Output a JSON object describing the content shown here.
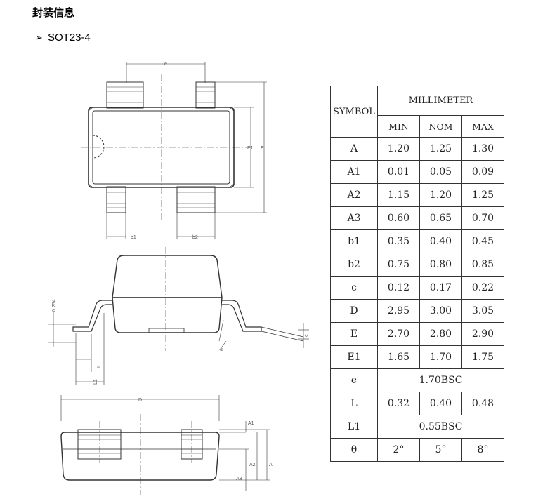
{
  "heading": "封装信息",
  "package": {
    "bullet": "➢",
    "name": "SOT23-4"
  },
  "drawing_labels": {
    "e": "e",
    "E1": "E1",
    "E": "E",
    "b1": "b1",
    "b2": "b2",
    "lead_thk": "0.254",
    "L": "L",
    "L1": "L1",
    "theta": "θ",
    "c": "c",
    "D": "D",
    "A1": "A1",
    "A2": "A2",
    "A": "A",
    "A3": "A3"
  },
  "table": {
    "symbol_header": "SYMBOL",
    "unit_header": "MILLIMETER",
    "columns": [
      "MIN",
      "NOM",
      "MAX"
    ],
    "rows": [
      {
        "symbol": "A",
        "min": "1.20",
        "nom": "1.25",
        "max": "1.30"
      },
      {
        "symbol": "A1",
        "min": "0.01",
        "nom": "0.05",
        "max": "0.09"
      },
      {
        "symbol": "A2",
        "min": "1.15",
        "nom": "1.20",
        "max": "1.25"
      },
      {
        "symbol": "A3",
        "min": "0.60",
        "nom": "0.65",
        "max": "0.70"
      },
      {
        "symbol": "b1",
        "min": "0.35",
        "nom": "0.40",
        "max": "0.45"
      },
      {
        "symbol": "b2",
        "min": "0.75",
        "nom": "0.80",
        "max": "0.85"
      },
      {
        "symbol": "c",
        "min": "0.12",
        "nom": "0.17",
        "max": "0.22"
      },
      {
        "symbol": "D",
        "min": "2.95",
        "nom": "3.00",
        "max": "3.05"
      },
      {
        "symbol": "E",
        "min": "2.70",
        "nom": "2.80",
        "max": "2.90"
      },
      {
        "symbol": "E1",
        "min": "1.65",
        "nom": "1.70",
        "max": "1.75"
      },
      {
        "symbol": "e",
        "span": "1.70BSC"
      },
      {
        "symbol": "L",
        "min": "0.32",
        "nom": "0.40",
        "max": "0.48"
      },
      {
        "symbol": "L1",
        "span": "0.55BSC"
      },
      {
        "symbol": "θ",
        "min": "2°",
        "nom": "5°",
        "max": "8°"
      }
    ]
  }
}
